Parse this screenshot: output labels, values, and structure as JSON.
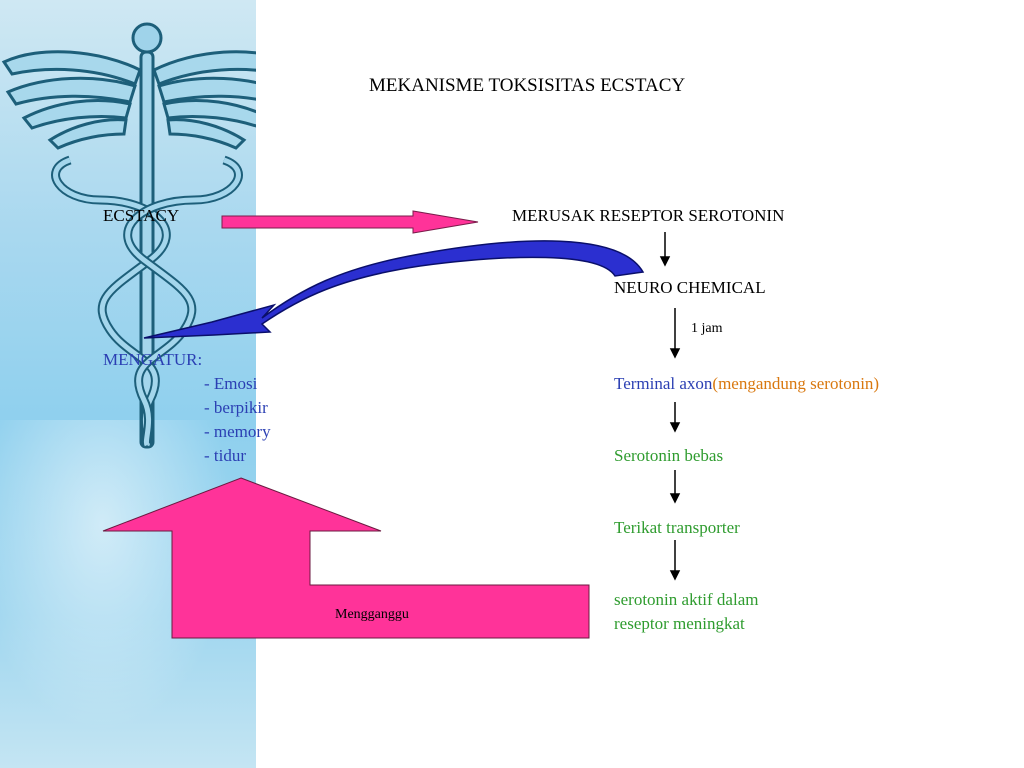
{
  "title": "MEKANISME TOKSISITAS ECSTACY",
  "left": {
    "ecstacy": "ECSTACY",
    "mengatur_label": "MENGATUR:",
    "items": [
      "- Emosi",
      "- berpikir",
      "- memory",
      "- tidur"
    ]
  },
  "right": {
    "receptor": "MERUSAK RESEPTOR SEROTONIN",
    "neuro": "NEURO CHEMICAL",
    "time_label": "1 jam",
    "terminal_axon": "Terminal axon",
    "terminal_paren": "(mengandung serotonin)",
    "serotonin_bebas": "Serotonin bebas",
    "terikat": "Terikat transporter",
    "aktif_line1": "serotonin aktif dalam",
    "aktif_line2": "reseptor meningkat"
  },
  "arrow_label": "Mengganggu",
  "colors": {
    "pink": "#ff3399",
    "navy": "#2b3fb3",
    "green": "#2f9c2f",
    "orange": "#d9780f",
    "panel": "#a9d8ef"
  },
  "icons": [
    "caduceus-icon"
  ]
}
